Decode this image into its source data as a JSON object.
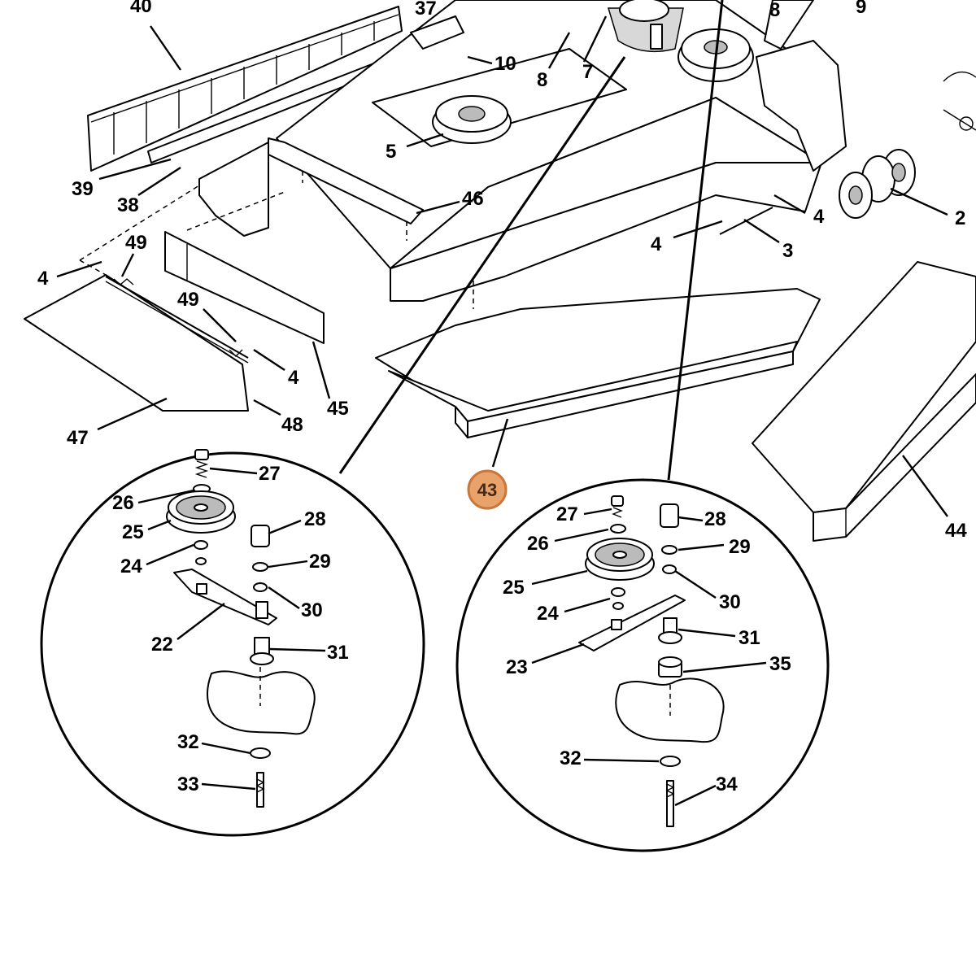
{
  "labels": {
    "p40": "40",
    "p37": "37",
    "p9": "9",
    "p8a": "8",
    "p8b": "8",
    "p7": "7",
    "p10": "10",
    "p5": "5",
    "p39": "39",
    "p38": "38",
    "p46": "46",
    "p4a": "4",
    "p4b": "4",
    "p4c": "4",
    "p4d": "4",
    "p2": "2",
    "p3": "3",
    "p49a": "49",
    "p49b": "49",
    "p45": "45",
    "p47": "47",
    "p48": "48",
    "p43": "43",
    "p44": "44",
    "left": {
      "p27": "27",
      "p26": "26",
      "p25": "25",
      "p24": "24",
      "p22": "22",
      "p28": "28",
      "p29": "29",
      "p30": "30",
      "p31": "31",
      "p32": "32",
      "p33": "33"
    },
    "right": {
      "p27": "27",
      "p26": "26",
      "p25": "25",
      "p24": "24",
      "p23": "23",
      "p28": "28",
      "p29": "29",
      "p30": "30",
      "p31": "31",
      "p35": "35",
      "p32": "32",
      "p34": "34"
    }
  },
  "highlight": {
    "part": "43",
    "color": "#e8a36a"
  }
}
